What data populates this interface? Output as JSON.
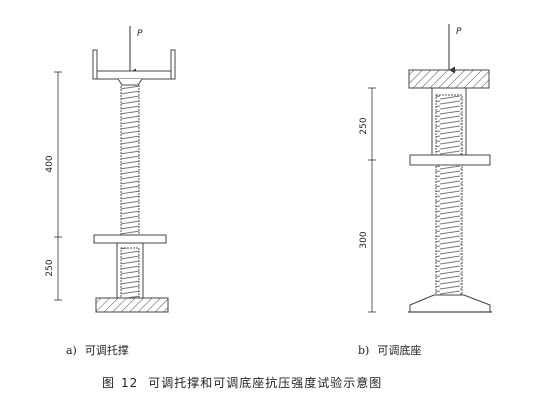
{
  "diagram_a": {
    "load_label": "P",
    "dim_upper": "400",
    "dim_lower": "250",
    "sub_letter": "a)",
    "sub_title": "可调托撑"
  },
  "diagram_b": {
    "load_label": "P",
    "dim_upper": "250",
    "dim_lower": "300",
    "sub_letter": "b)",
    "sub_title": "可调底座"
  },
  "caption": {
    "prefix": "图",
    "number": "12",
    "text": "可调托撑和可调底座抗压强度试验示意图"
  },
  "colors": {
    "line": "#333333",
    "hatch": "#555555",
    "thread": "#666666"
  }
}
